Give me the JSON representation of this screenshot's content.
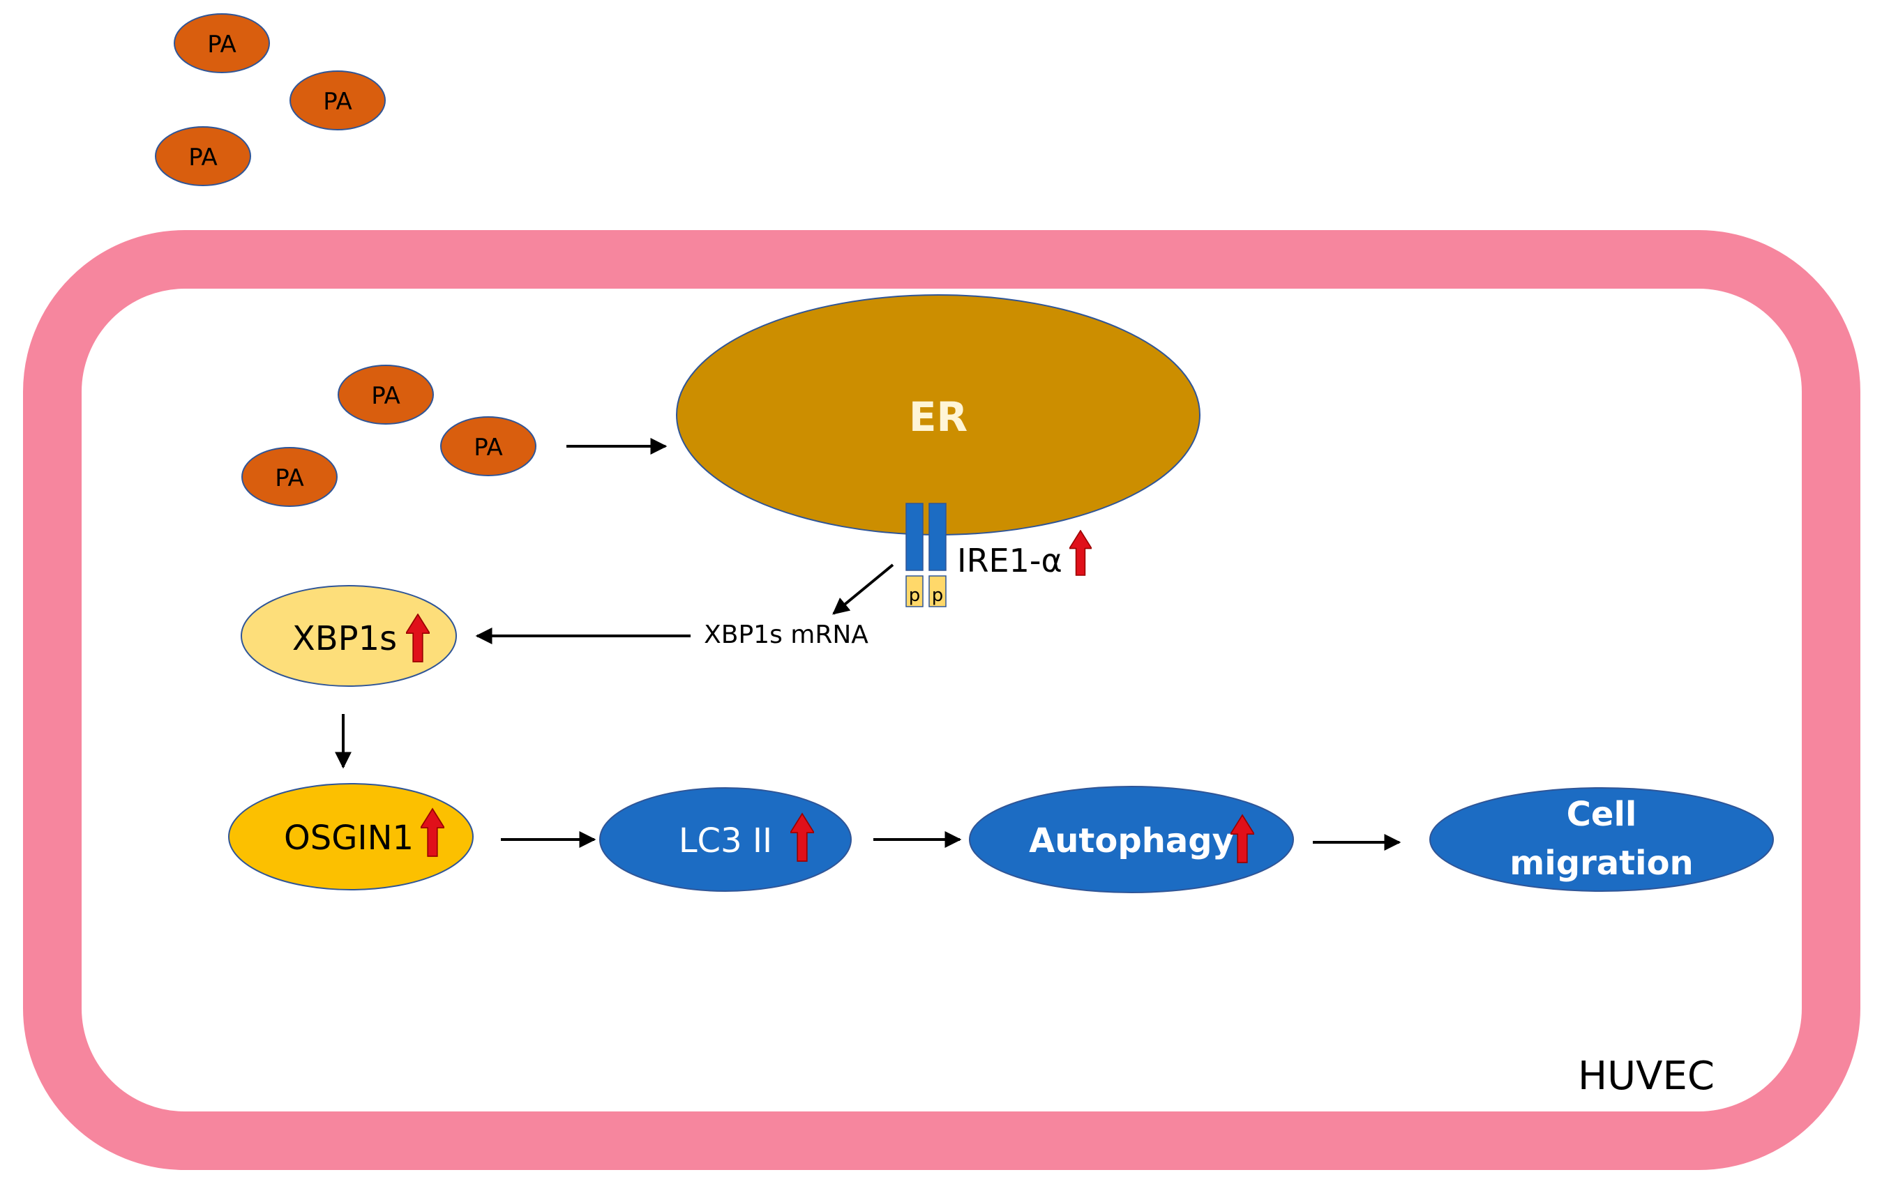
{
  "colors": {
    "membrane": "#F6869E",
    "pa_fill": "#D95E0E",
    "er_fill": "#CC8E00",
    "xbp1s_fill": "#FDDE7A",
    "osgin1_fill": "#FCC000",
    "blue_fill": "#1C6CC3",
    "receptor_blue": "#1C6CC3",
    "phospho_fill": "#FFD86A",
    "up_arrow": "#E0101A",
    "stroke": "#2F5597"
  },
  "extracellular_pa": [
    "PA",
    "PA",
    "PA"
  ],
  "intracellular_pa": [
    "PA",
    "PA",
    "PA"
  ],
  "er": {
    "label": "ER"
  },
  "receptor": {
    "label": "IRE1-α",
    "phospho": [
      "p",
      "p"
    ],
    "upregulated": true
  },
  "mrna_label": "XBP1s mRNA",
  "nodes": {
    "xbp1s": {
      "label": "XBP1s",
      "upregulated": true
    },
    "osgin1": {
      "label": "OSGIN1",
      "upregulated": true
    },
    "lc3": {
      "label": "LC3 II",
      "upregulated": true
    },
    "autophagy": {
      "label": "Autophagy",
      "upregulated": true
    },
    "migration": {
      "line1": "Cell",
      "line2": "migration"
    }
  },
  "cell_label": "HUVEC"
}
